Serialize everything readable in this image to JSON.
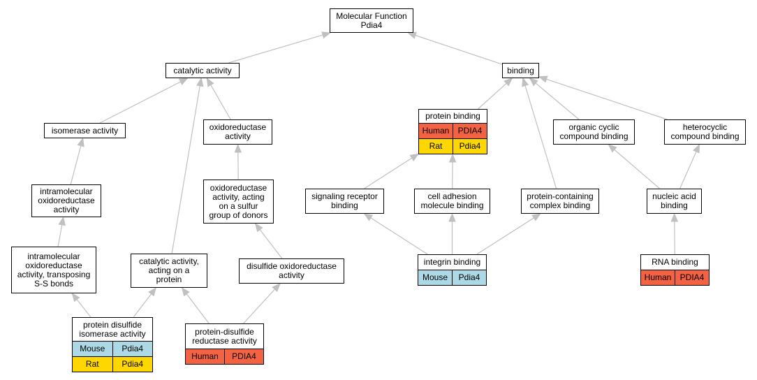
{
  "colors": {
    "edge": "#c0c0c0",
    "Human": "#f46244",
    "Rat": "#ffd700",
    "Mouse": "#add8e6"
  },
  "nodes": [
    {
      "id": "mf",
      "label": "Molecular Function\nPdia4",
      "orth": []
    },
    {
      "id": "catalytic",
      "label": "catalytic activity",
      "orth": []
    },
    {
      "id": "binding",
      "label": "binding",
      "orth": []
    },
    {
      "id": "isomerase",
      "label": "isomerase activity",
      "orth": []
    },
    {
      "id": "oxidoreductase",
      "label": "oxidoreductase\nactivity",
      "orth": []
    },
    {
      "id": "protein_binding",
      "label": "protein binding",
      "orth": [
        {
          "species": "Human",
          "gene": "PDIA4"
        },
        {
          "species": "Rat",
          "gene": "Pdia4"
        }
      ]
    },
    {
      "id": "organic_cyclic",
      "label": "organic cyclic\ncompound binding",
      "orth": []
    },
    {
      "id": "heterocyclic",
      "label": "heterocyclic\ncompound binding",
      "orth": []
    },
    {
      "id": "intramolecular",
      "label": "intramolecular\noxidoreductase\nactivity",
      "orth": []
    },
    {
      "id": "oxido_sulfur",
      "label": "oxidoreductase\nactivity, acting\non a sulfur\ngroup of donors",
      "orth": []
    },
    {
      "id": "signaling",
      "label": "signaling receptor\nbinding",
      "orth": []
    },
    {
      "id": "cell_adhesion",
      "label": "cell adhesion\nmolecule binding",
      "orth": []
    },
    {
      "id": "protein_complex",
      "label": "protein-containing\ncomplex binding",
      "orth": []
    },
    {
      "id": "nucleic",
      "label": "nucleic acid\nbinding",
      "orth": []
    },
    {
      "id": "intra_ss",
      "label": "intramolecular\noxidoreductase\nactivity, transposing\nS-S bonds",
      "orth": []
    },
    {
      "id": "cat_protein",
      "label": "catalytic activity,\nacting on a\nprotein",
      "orth": []
    },
    {
      "id": "disulfide_ox",
      "label": "disulfide oxidoreductase\nactivity",
      "orth": []
    },
    {
      "id": "integrin",
      "label": "integrin binding",
      "orth": [
        {
          "species": "Mouse",
          "gene": "Pdia4"
        }
      ]
    },
    {
      "id": "rna",
      "label": "RNA binding",
      "orth": [
        {
          "species": "Human",
          "gene": "PDIA4"
        }
      ]
    },
    {
      "id": "pdi",
      "label": "protein disulfide\nisomerase activity",
      "orth": [
        {
          "species": "Mouse",
          "gene": "Pdia4"
        },
        {
          "species": "Rat",
          "gene": "Pdia4"
        }
      ]
    },
    {
      "id": "pdr",
      "label": "protein-disulfide\nreductase activity",
      "orth": [
        {
          "species": "Human",
          "gene": "PDIA4"
        }
      ]
    }
  ],
  "edges": [
    {
      "from": "catalytic",
      "to": "mf"
    },
    {
      "from": "binding",
      "to": "mf"
    },
    {
      "from": "isomerase",
      "to": "catalytic"
    },
    {
      "from": "cat_protein",
      "to": "catalytic"
    },
    {
      "from": "oxidoreductase",
      "to": "catalytic"
    },
    {
      "from": "protein_binding",
      "to": "binding"
    },
    {
      "from": "protein_complex",
      "to": "binding"
    },
    {
      "from": "organic_cyclic",
      "to": "binding"
    },
    {
      "from": "heterocyclic",
      "to": "binding"
    },
    {
      "from": "intramolecular",
      "to": "isomerase"
    },
    {
      "from": "oxido_sulfur",
      "to": "oxidoreductase"
    },
    {
      "from": "signaling",
      "to": "protein_binding"
    },
    {
      "from": "cell_adhesion",
      "to": "protein_binding"
    },
    {
      "from": "nucleic",
      "to": "organic_cyclic"
    },
    {
      "from": "nucleic",
      "to": "heterocyclic"
    },
    {
      "from": "intra_ss",
      "to": "intramolecular"
    },
    {
      "from": "disulfide_ox",
      "to": "oxido_sulfur"
    },
    {
      "from": "integrin",
      "to": "signaling"
    },
    {
      "from": "integrin",
      "to": "cell_adhesion"
    },
    {
      "from": "integrin",
      "to": "protein_complex"
    },
    {
      "from": "rna",
      "to": "nucleic"
    },
    {
      "from": "pdi",
      "to": "intra_ss"
    },
    {
      "from": "pdi",
      "to": "cat_protein"
    },
    {
      "from": "pdr",
      "to": "cat_protein"
    },
    {
      "from": "pdr",
      "to": "disulfide_ox"
    }
  ]
}
